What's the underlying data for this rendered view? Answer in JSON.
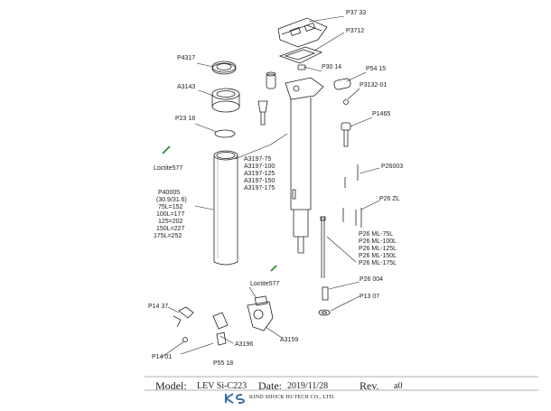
{
  "parts": {
    "p3733": "P37 33",
    "p3712": "P3712",
    "p4317": "P4317",
    "p3014": "P30 14",
    "p5415": "P54 15",
    "a3143": "A3143",
    "p313201": "P3132-01",
    "p1465": "P1465",
    "p2318": "P23 18",
    "loctite_top": "Loctite577",
    "a3197": [
      "A3197-75",
      "A3197-100",
      "A3197-125",
      "A3197-150",
      "A3197-175"
    ],
    "p26003": "P26003",
    "p40005": [
      "P40005",
      "(30.9/31.6)",
      "75L=152",
      "100L=177",
      "125=202",
      "150L=227",
      "175L=252"
    ],
    "p26zl": "P26 ZL",
    "p26ml": [
      "P26 ML-75L",
      "P26 ML-100L",
      "P26 ML-125L",
      "P26 ML-150L",
      "P26 ML-175L"
    ],
    "loctite_bottom": "Loctite577",
    "p26004": "P26 004",
    "p1307": "P13 07",
    "p1437": "P14 37",
    "a3159": "A3159",
    "a3196": "A3196",
    "p1401": "P14 01",
    "p5518": "P55 18"
  },
  "footer": {
    "model_label": "Model:",
    "model_value": "LEV Si-C223",
    "date_label": "Date:",
    "date_value": "2019/11/28",
    "rev_label": "Rev.",
    "rev_value": "a0",
    "company": "KIND SHOCK HI-TECH CO., LTD."
  },
  "colors": {
    "loctite": "#2e8b2e"
  }
}
